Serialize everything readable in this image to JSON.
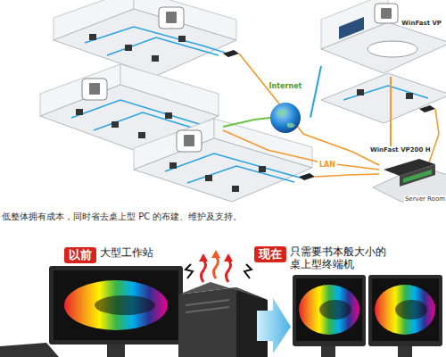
{
  "diagram": {
    "caption": "低整体拥有成本，同时省去桌上型 PC 的布建、维护及支持。",
    "nodes": [
      {
        "text": [
          "Internet"
        ]
      },
      {
        "text": [
          "WinFast VP200 H",
          "Server Room"
        ]
      },
      {
        "text": [
          "WinFast VP"
        ]
      },
      {
        "text": [
          "以前",
          "大型工作站"
        ]
      },
      {
        "text": [
          "现在",
          "只需要书本般大小的桌上型终端机"
        ]
      }
    ],
    "edges": [
      {
        "from": 0,
        "to": 2,
        "arrow": "none"
      },
      {
        "from": 1,
        "to": 2,
        "arrow": "none"
      }
    ],
    "labels": [
      "LAN"
    ]
  }
}
